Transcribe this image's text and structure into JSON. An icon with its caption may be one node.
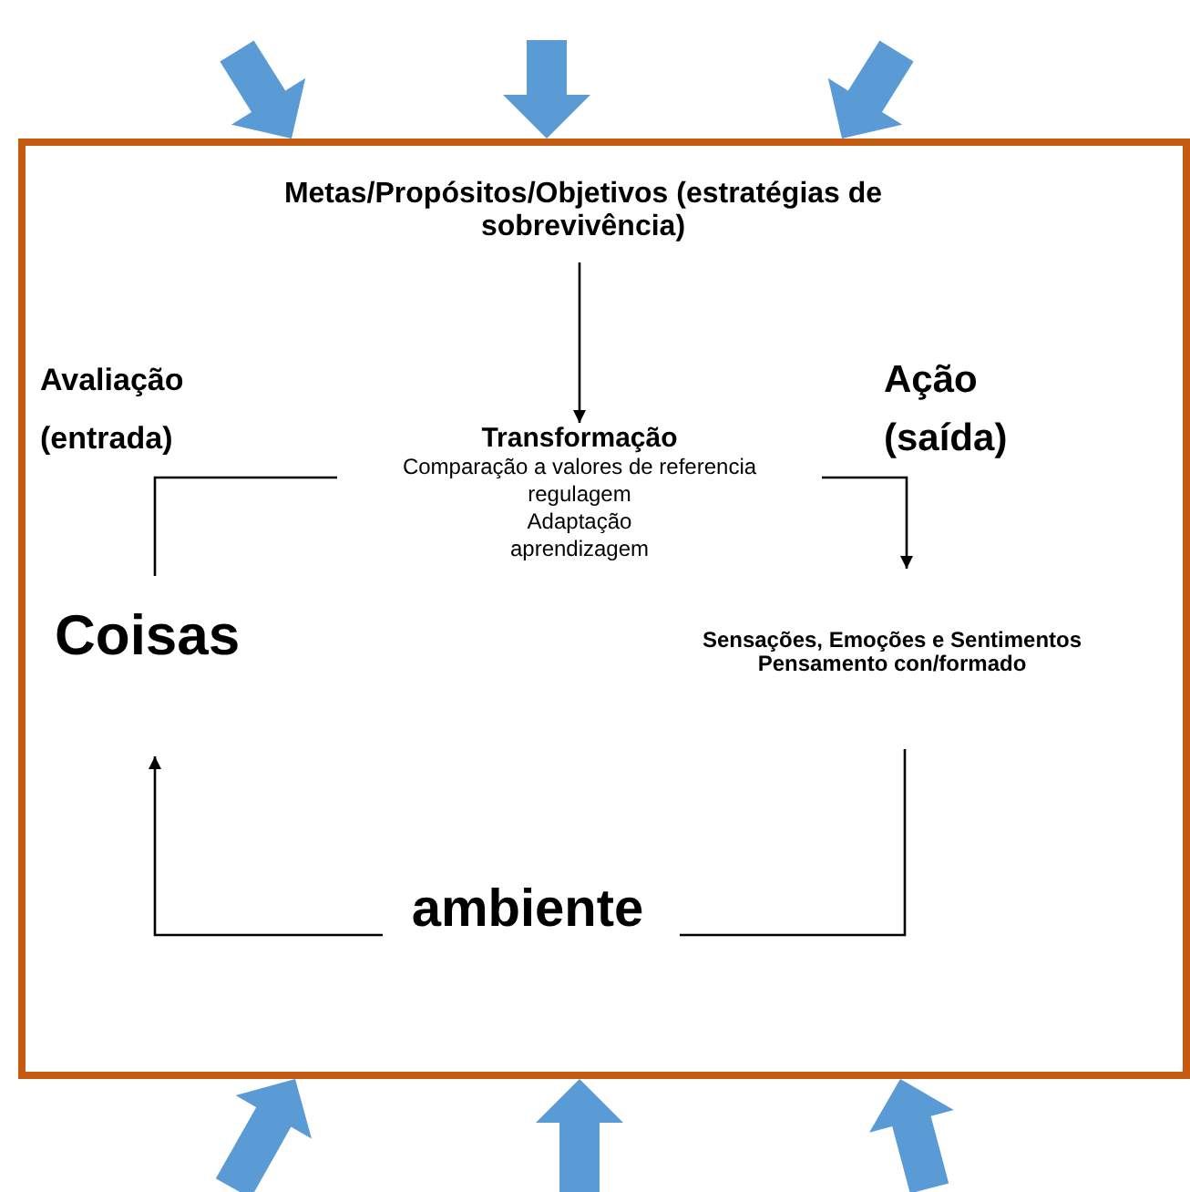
{
  "diagram": {
    "nodes": [
      {
        "text": [],
        "shape": "box"
      },
      {
        "text": [
          "Metas/Propósitos/Objetivos (estratégias de sobrevivência)"
        ],
        "in": 0
      },
      {
        "text": [
          "Avaliação",
          "(entrada)"
        ],
        "in": 0
      },
      {
        "text": [
          "Ação",
          "(saída)"
        ],
        "in": 0
      },
      {
        "text": [
          "Transformação",
          "Comparação a valores de referencia",
          "regulagem",
          "Adaptação",
          "aprendizagem"
        ],
        "in": 0
      },
      {
        "text": [
          "Coisas"
        ],
        "in": 0
      },
      {
        "text": [
          "Sensações, Emoções e Sentimentos",
          "Pensamento con/formado"
        ],
        "in": 0
      },
      {
        "text": [
          "ambiente"
        ],
        "in": 0
      }
    ],
    "edges": [
      {
        "from": 1,
        "to": 4,
        "arrow": "to"
      },
      {
        "from": 4,
        "to": 5,
        "arrow": "none"
      },
      {
        "from": 4,
        "to": 6,
        "arrow": "to"
      },
      {
        "from": 6,
        "to": 7,
        "arrow": "none"
      },
      {
        "from": 7,
        "to": 5,
        "arrow": "to"
      },
      {
        "from": null,
        "to": 0,
        "arrow": "to",
        "style": "thick",
        "color": "#5b9bd5"
      },
      {
        "from": null,
        "to": 0,
        "arrow": "to",
        "style": "thick",
        "color": "#5b9bd5"
      },
      {
        "from": null,
        "to": 0,
        "arrow": "to",
        "style": "thick",
        "color": "#5b9bd5"
      },
      {
        "from": null,
        "to": 0,
        "arrow": "to",
        "style": "thick",
        "color": "#5b9bd5"
      },
      {
        "from": null,
        "to": 0,
        "arrow": "to",
        "style": "thick",
        "color": "#5b9bd5"
      },
      {
        "from": null,
        "to": 0,
        "arrow": "to",
        "style": "thick",
        "color": "#5b9bd5"
      }
    ]
  }
}
